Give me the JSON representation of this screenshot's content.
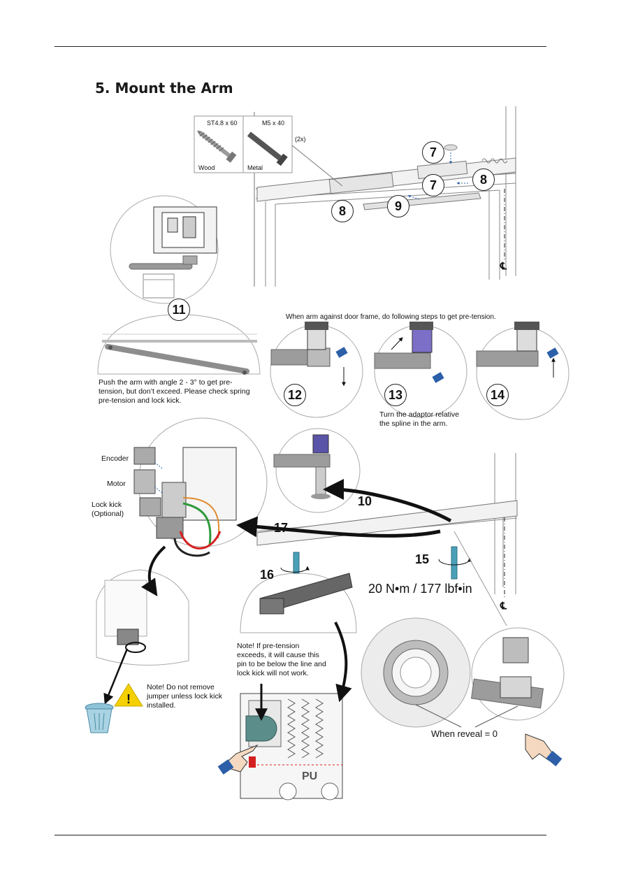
{
  "page": {
    "section_title": "5. Mount the Arm"
  },
  "screws": {
    "wood_spec": "ST4.8 x 60",
    "metal_spec": "M5 x 40",
    "wood_label": "Wood",
    "metal_label": "Metal",
    "quantity": "(2x)"
  },
  "steps": {
    "s7a": "7",
    "s7b": "7",
    "s8a": "8",
    "s8b": "8",
    "s9": "9",
    "s10": "10",
    "s11": "11",
    "s12": "12",
    "s13": "13",
    "s14": "14",
    "s15": "15",
    "s16": "16",
    "s17": "17"
  },
  "text": {
    "pretension_header": "When arm against door frame, do following steps to get pre-tension.",
    "push_arm": "Push the arm with angle 2 - 3° to get pre-tension, but don’t exceed. Please check spring pre-tension and lock kick.",
    "turn_adaptor": "Turn the adaptor relative the spline in the arm.",
    "encoder": "Encoder",
    "motor": "Motor",
    "lock_kick": "Lock kick (Optional)",
    "torque": "20 N•m / 177 lbf•in",
    "note_pretension": "Note! If pre-tension exceeds, it will cause this pin to be below the line and lock kick will not work.",
    "note_jumper": "Note! Do not remove jumper unless lock kick installed.",
    "reveal": "When reveal = 0",
    "centerline_top": "℄",
    "centerline_bottom": "℄",
    "pu": "PU"
  },
  "colors": {
    "wire_red": "#d42020",
    "wire_green": "#2e9a3a",
    "wire_orange": "#e08a2a",
    "hex_key": "#4aa0b8",
    "pin_teal": "#5b8d8a",
    "warning_yellow": "#f5d000",
    "sleeve_blue": "#2c5fa8"
  },
  "icons": [
    "hand-pointer-icon",
    "warning-icon",
    "trash-bin-icon",
    "rotation-arrow-icon",
    "hex-key-icon"
  ]
}
